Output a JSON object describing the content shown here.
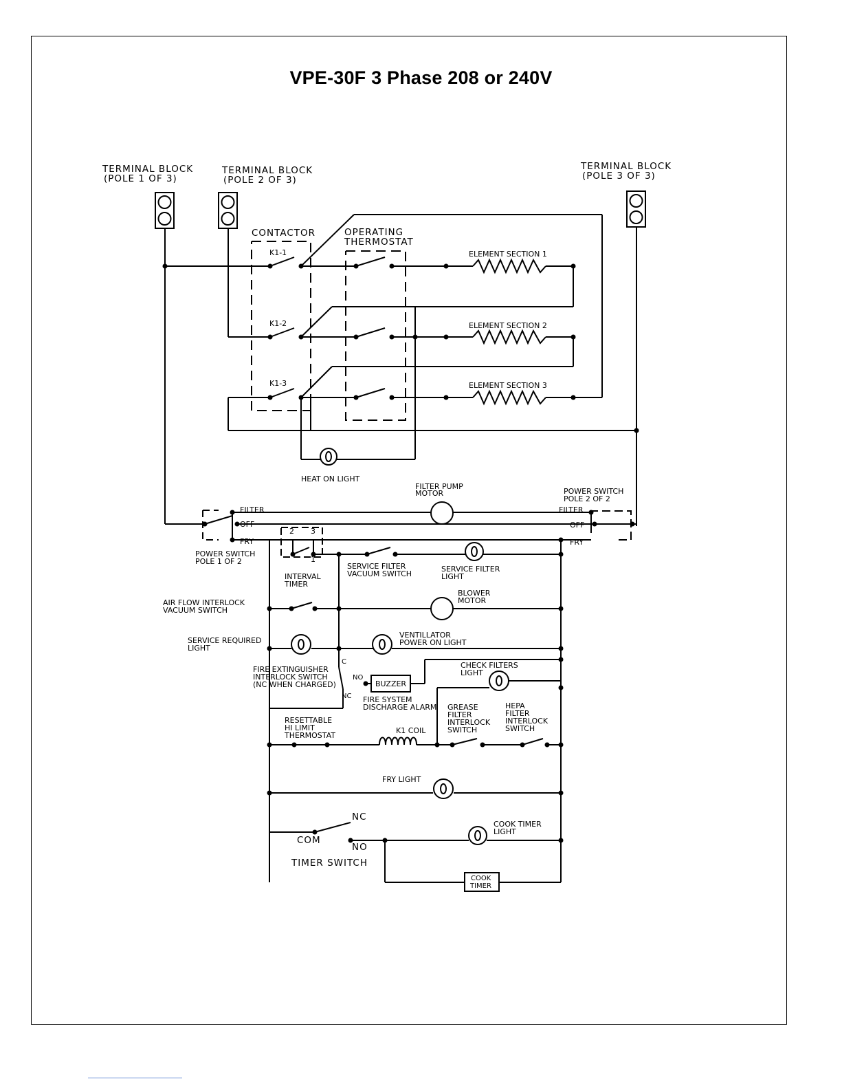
{
  "title": "VPE-30F  3 Phase 208 or 240V",
  "labels": {
    "tb1_line1": "TERMINAL BLOCK",
    "tb1_line2": "(POLE 1 OF 3)",
    "tb2_line1": "TERMINAL BLOCK",
    "tb2_line2": "(POLE 2 OF 3)",
    "tb3_line1": "TERMINAL BLOCK",
    "tb3_line2": "(POLE 3 OF 3)",
    "contactor": "CONTACTOR",
    "op_thermo_1": "OPERATING",
    "op_thermo_2": "THERMOSTAT",
    "k1_1": "K1-1",
    "k1_2": "K1-2",
    "k1_3": "K1-3",
    "element1": "ELEMENT SECTION 1",
    "element2": "ELEMENT SECTION 2",
    "element3": "ELEMENT SECTION 3",
    "heat_on_light": "HEAT ON LIGHT",
    "filter_pump_1": "FILTER PUMP",
    "filter_pump_2": "MOTOR",
    "ps2_line1": "POWER SWITCH",
    "ps2_line2": "POLE 2 OF 2",
    "filter_l": "FILTER",
    "off_l": "OFF",
    "fry_l": "FRY",
    "filter_r": "FILTER",
    "off_r": "OFF",
    "fry_r": "FRY",
    "ps1_line1": "POWER SWITCH",
    "ps1_line2": "POLE 1 OF 2",
    "timer_2": "2",
    "timer_3": "3",
    "timer_1": "1",
    "interval_timer_1": "INTERVAL",
    "interval_timer_2": "TIMER",
    "svc_vac_1": "SERVICE FILTER",
    "svc_vac_2": "VACUUM SWITCH",
    "svc_light_1": "SERVICE FILTER",
    "svc_light_2": "LIGHT",
    "airflow_1": "AIR FLOW INTERLOCK",
    "airflow_2": "VACUUM SWITCH",
    "blower_1": "BLOWER",
    "blower_2": "MOTOR",
    "svc_req_1": "SERVICE REQUIRED",
    "svc_req_2": "LIGHT",
    "vent_1": "VENTILLATOR",
    "vent_2": "POWER ON LIGHT",
    "fire_1": "FIRE EXTINGUISHER",
    "fire_2": "INTERLOCK SWITCH",
    "fire_3": "(NC WHEN CHARGED)",
    "c": "C",
    "no": "NO",
    "nc": "NC",
    "buzzer": "BUZZER",
    "fire_alarm_1": "FIRE SYSTEM",
    "fire_alarm_2": "DISCHARGE ALARM",
    "check_1": "CHECK FILTERS",
    "check_2": "LIGHT",
    "grease_1": "GREASE",
    "grease_2": "FILTER",
    "grease_3": "INTERLOCK",
    "grease_4": "SWITCH",
    "hepa_1": "HEPA",
    "hepa_2": "FILTER",
    "hepa_3": "INTERLOCK",
    "hepa_4": "SWITCH",
    "hilimit_1": "RESETTABLE",
    "hilimit_2": "HI LIMIT",
    "hilimit_3": "THERMOSTAT",
    "k1_coil": "K1 COIL",
    "fry_light": "FRY LIGHT",
    "timer_nc": "NC",
    "timer_com": "COM",
    "timer_no": "NO",
    "timer_switch": "TIMER SWITCH",
    "cook_light_1": "COOK TIMER",
    "cook_light_2": "LIGHT",
    "cook_timer_1": "COOK",
    "cook_timer_2": "TIMER"
  }
}
